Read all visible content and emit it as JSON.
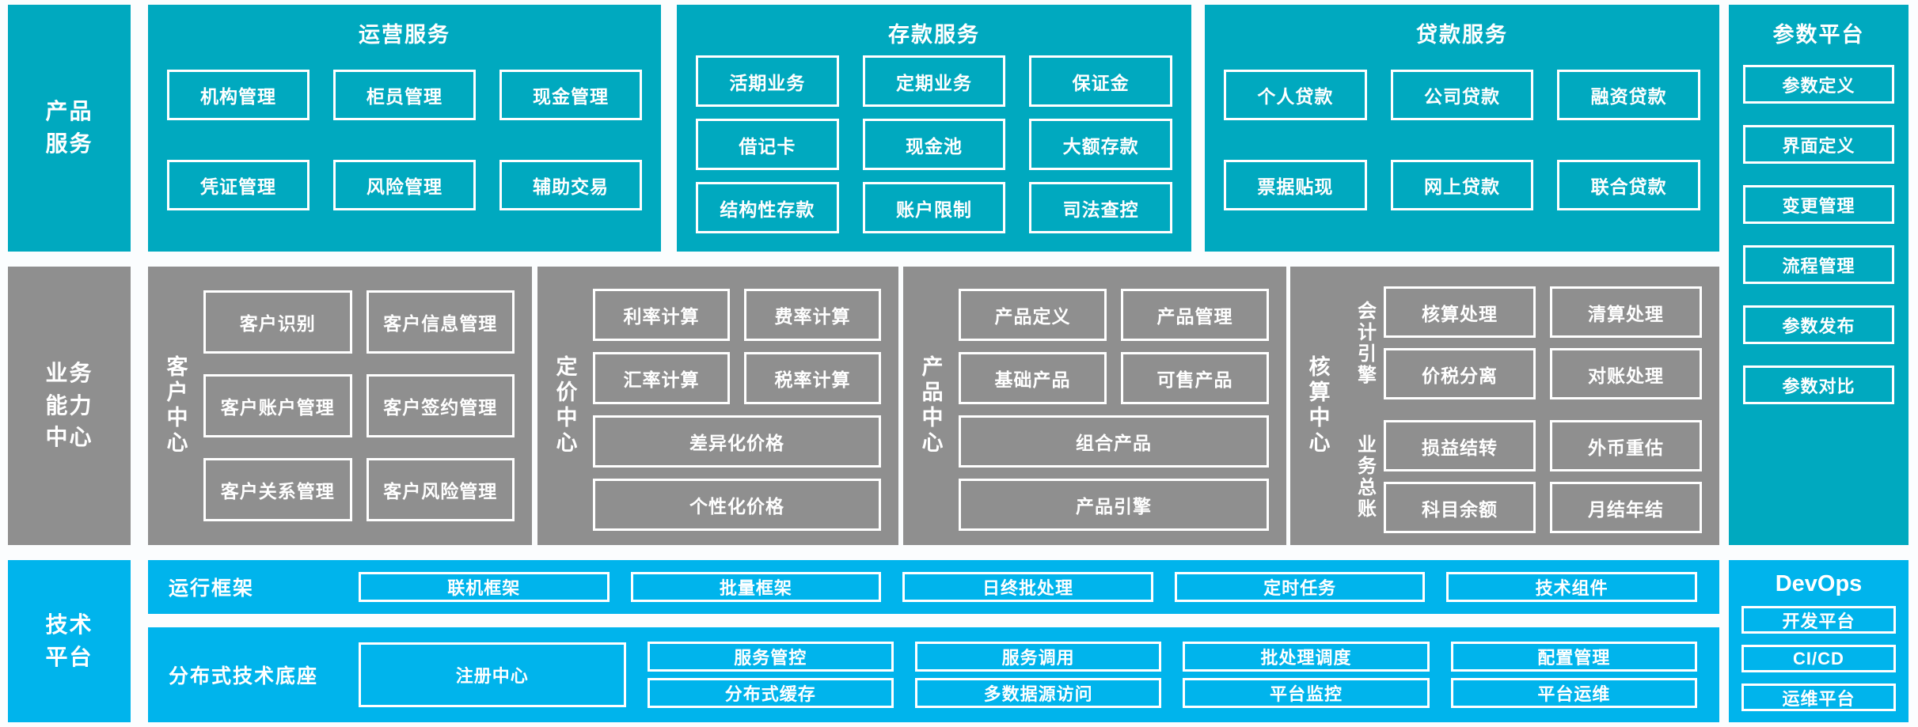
{
  "colors": {
    "teal": "#00a9bf",
    "blue": "#00b4ec",
    "gray": "#8f8f8f",
    "box_border": "#ffffff"
  },
  "left_rail": {
    "product_services": "产品\n服务",
    "business_capability": "业务\n能力\n中心",
    "tech_platform": "技术\n平台"
  },
  "top_panels": [
    {
      "title": "运营服务",
      "rows": [
        [
          "机构管理",
          "柜员管理",
          "现金管理"
        ],
        [
          "凭证管理",
          "风险管理",
          "辅助交易"
        ]
      ]
    },
    {
      "title": "存款服务",
      "rows": [
        [
          "活期业务",
          "定期业务",
          "保证金"
        ],
        [
          "借记卡",
          "现金池",
          "大额存款"
        ],
        [
          "结构性存款",
          "账户限制",
          "司法查控"
        ]
      ]
    },
    {
      "title": "贷款服务",
      "rows": [
        [
          "个人贷款",
          "公司贷款",
          "融资贷款"
        ],
        [
          "票据贴现",
          "网上贷款",
          "联合贷款"
        ]
      ]
    }
  ],
  "param_platform": {
    "title": "参数平台",
    "items": [
      "参数定义",
      "界面定义",
      "变更管理",
      "流程管理",
      "参数发布",
      "参数对比"
    ]
  },
  "capability_panels": [
    {
      "label": "客户中心",
      "grid": [
        [
          "客户识别",
          "客户信息管理"
        ],
        [
          "客户账户管理",
          "客户签约管理"
        ],
        [
          "客户关系管理",
          "客户风险管理"
        ]
      ]
    },
    {
      "label": "定价中心",
      "grid": [
        [
          "利率计算",
          "费率计算"
        ],
        [
          "汇率计算",
          "税率计算"
        ]
      ],
      "wide": [
        "差异化价格",
        "个性化价格"
      ]
    },
    {
      "label": "产品中心",
      "grid": [
        [
          "产品定义",
          "产品管理"
        ],
        [
          "基础产品",
          "可售产品"
        ]
      ],
      "wide": [
        "组合产品",
        "产品引擎"
      ]
    },
    {
      "label": "核算中心",
      "groups": [
        {
          "label": "会计引擎",
          "grid": [
            [
              "核算处理",
              "清算处理"
            ],
            [
              "价税分离",
              "对账处理"
            ]
          ]
        },
        {
          "label": "业务总账",
          "grid": [
            [
              "损益结转",
              "外币重估"
            ],
            [
              "科目余额",
              "月结年结"
            ]
          ]
        }
      ]
    }
  ],
  "tech_rows": [
    {
      "label": "运行框架",
      "items": [
        "联机框架",
        "批量框架",
        "日终批处理",
        "定时任务",
        "技术组件"
      ]
    },
    {
      "label": "分布式技术底座",
      "tall_item": "注册中心",
      "grid": [
        [
          "服务管控",
          "服务调用",
          "批处理调度",
          "配置管理"
        ],
        [
          "分布式缓存",
          "多数据源访问",
          "平台监控",
          "平台运维"
        ]
      ]
    }
  ],
  "devops": {
    "title": "DevOps",
    "items": [
      "开发平台",
      "CI/CD",
      "运维平台"
    ]
  }
}
